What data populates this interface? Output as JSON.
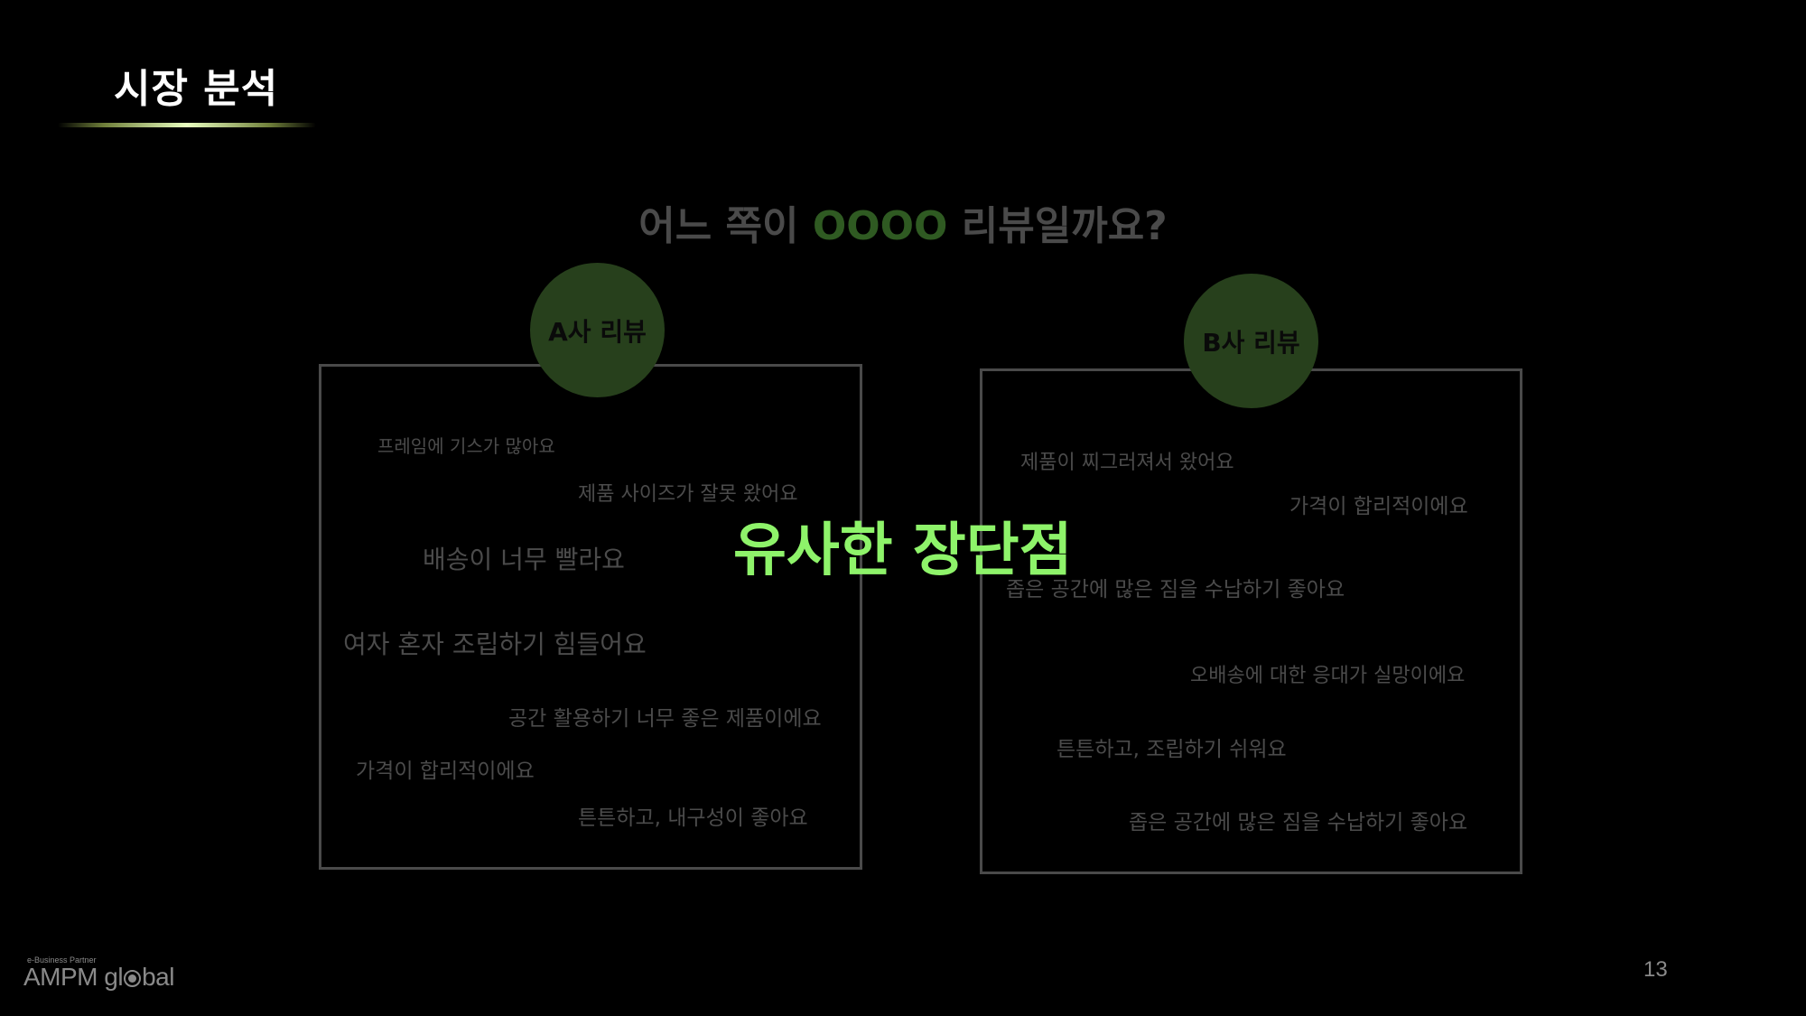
{
  "slide": {
    "title": "시장 분석",
    "question": {
      "prefix": "어느 쪽이 ",
      "highlight": "OOOO",
      "suffix": " 리뷰일까요?"
    },
    "panel_a": {
      "badge": "A사 리뷰",
      "reviews": [
        "프레임에 기스가 많아요",
        "제품 사이즈가 잘못 왔어요",
        "배송이 너무 빨라요",
        "여자 혼자 조립하기 힘들어요",
        "공간 활용하기 너무 좋은 제품이에요",
        "가격이 합리적이에요",
        "튼튼하고, 내구성이 좋아요"
      ]
    },
    "panel_b": {
      "badge": "B사 리뷰",
      "reviews": [
        "제품이 찌그러져서 왔어요",
        "가격이 합리적이에요",
        "좁은 공간에 많은 짐을 수납하기 좋아요",
        "오배송에 대한 응대가 실망이에요",
        "튼튼하고, 조립하기 쉬워요",
        "좁은 공간에 많은 짐을 수납하기 좋아요"
      ]
    },
    "overlay": "유사한 장단점",
    "logo": {
      "tagline": "e-Business Partner",
      "brand_part1": "AMPM gl",
      "brand_part2": "bal"
    },
    "page_number": "13"
  },
  "colors": {
    "background": "#000000",
    "title": "#ffffff",
    "question": "#4a4a4a",
    "highlight": "#2f5a22",
    "badge": "#27401c",
    "overlay": "#8ef36a",
    "review_text": "#4b4b4b"
  }
}
